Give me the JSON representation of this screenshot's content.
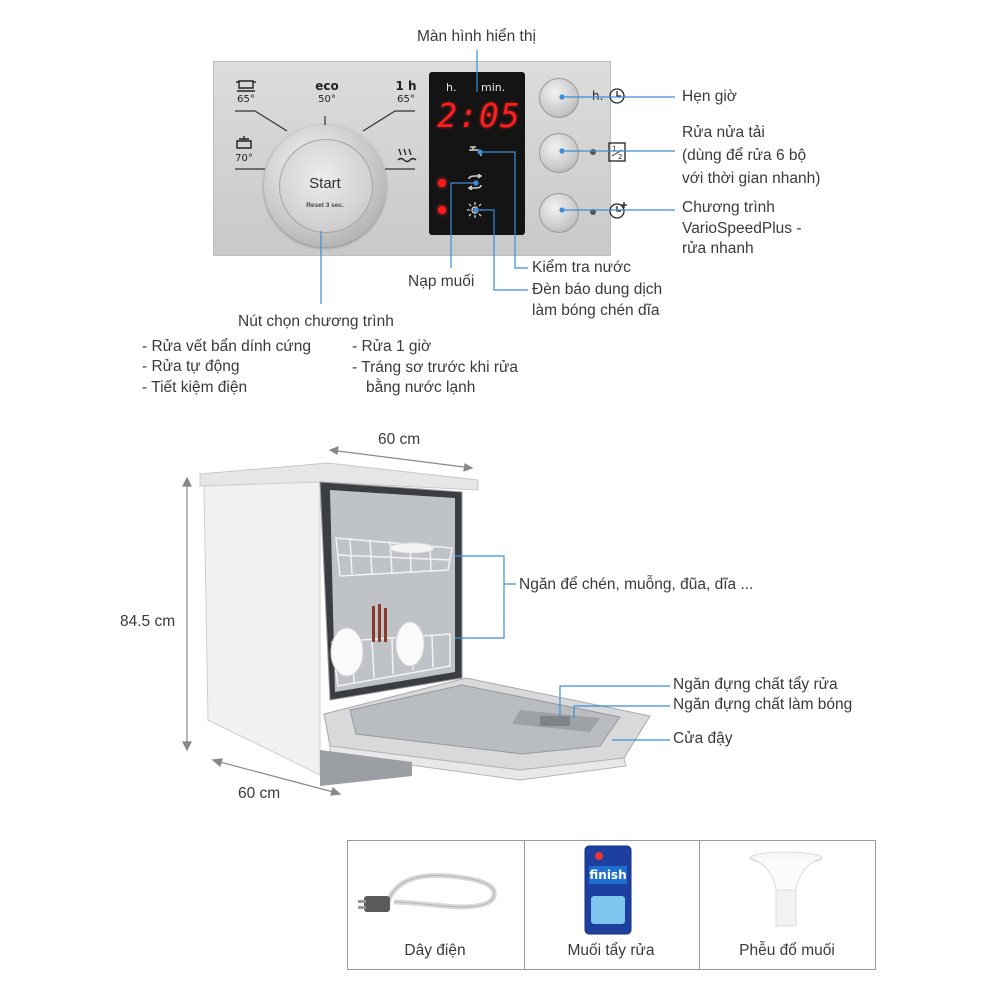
{
  "panel": {
    "programs": [
      {
        "icon": "pot-icon",
        "temp": "65°"
      },
      {
        "name": "eco",
        "temp": "50°"
      },
      {
        "name": "1 h",
        "temp": "65°"
      },
      {
        "icon": "pot-icon",
        "temp": "70°"
      }
    ],
    "knob": {
      "label": "Start",
      "sub": "Reset 3 sec."
    },
    "display": {
      "hours_label": "h.",
      "minutes_label": "min.",
      "time": "2:05"
    },
    "timer_button_label": "h."
  },
  "callouts": {
    "display": "Màn hình hiển thị",
    "timer": "Hẹn giờ",
    "half_load": [
      "Rửa nửa tải",
      "(dùng để rửa 6 bộ",
      "với thời gian nhanh)"
    ],
    "vario": [
      "Chương trình",
      "VarioSpeedPlus -",
      "rửa nhanh"
    ],
    "water_check": "Kiểm tra nước",
    "salt": "Nạp muối",
    "rinse_aid": [
      "Đèn báo dung dịch",
      "làm bóng chén dĩa"
    ],
    "program_selector": "Nút chọn chương trình",
    "programs_left": [
      "- Rửa vết bẩn dính cứng",
      "- Rửa tự động",
      "- Tiết kiệm điện"
    ],
    "programs_right": [
      "- Rửa 1 giờ",
      "- Tráng sơ trước khi rửa",
      "bằng nước lạnh"
    ]
  },
  "dimensions": {
    "width_top": "60 cm",
    "height": "84.5 cm",
    "depth": "60 cm"
  },
  "machine_callouts": {
    "racks": "Ngăn để chén, muỗng, đũa, dĩa ...",
    "detergent": "Ngăn đựng chất tẩy rửa",
    "rinse": "Ngăn đựng chất làm bóng",
    "door": "Cửa đậy"
  },
  "accessories": [
    {
      "label": "Dây điện",
      "icon": "power-cord-icon"
    },
    {
      "label": "Muối tẩy rửa",
      "icon": "salt-pack-icon",
      "brand": "finish"
    },
    {
      "label": "Phễu đổ muối",
      "icon": "funnel-icon"
    }
  ],
  "colors": {
    "callout_line": "#3a8ed8",
    "display_red": "#ff1e1e",
    "panel": "#d3d3d3"
  }
}
